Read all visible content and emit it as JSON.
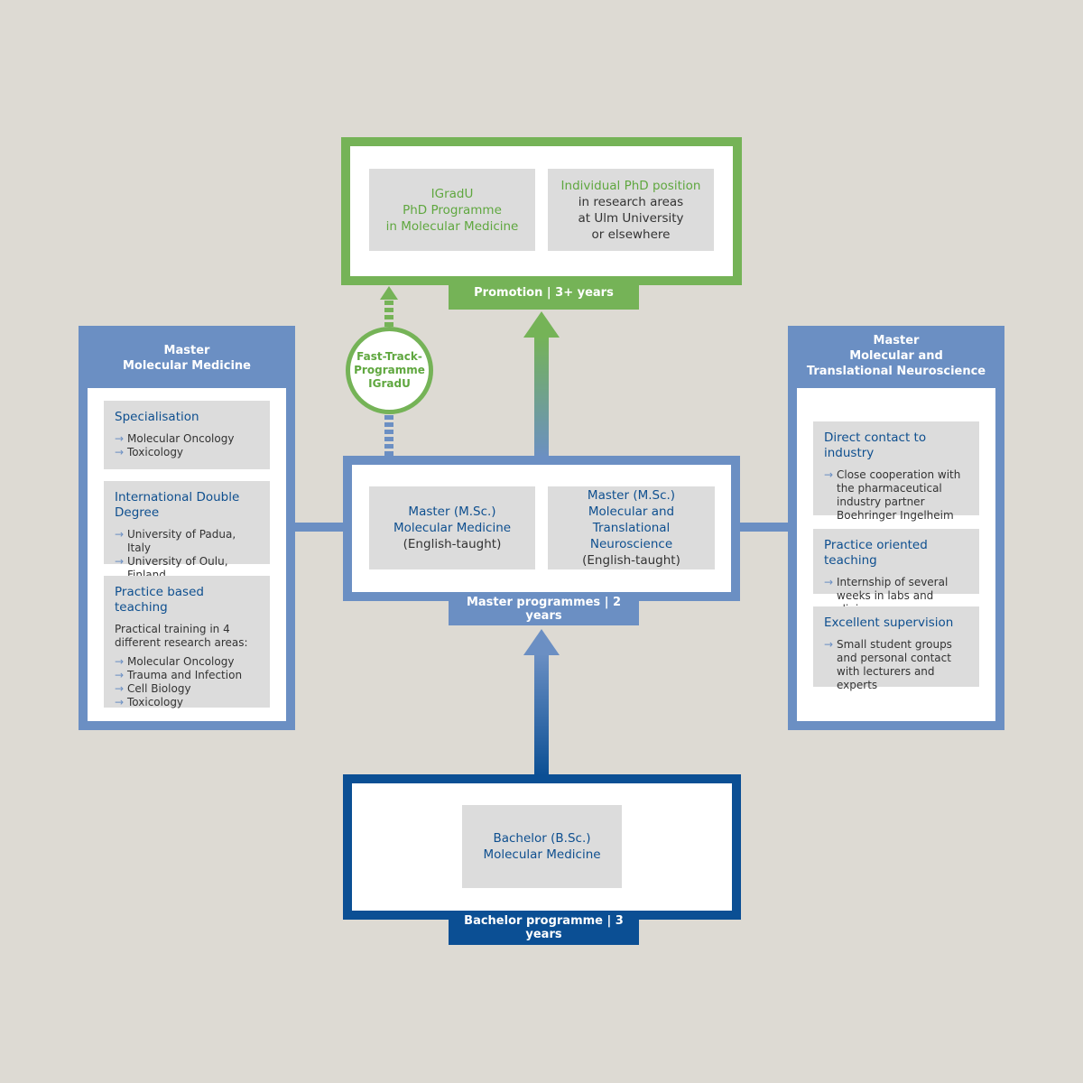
{
  "colors": {
    "background": "#dddad3",
    "green": "#75b357",
    "mid_blue": "#6b8fc3",
    "dark_blue": "#0b4f94",
    "grey_box": "#dcdcdc",
    "text_blue": "#0e4f8f",
    "text_green": "#5fa73f"
  },
  "promotion": {
    "tab": "Promotion | 3+ years",
    "igradu": {
      "line1": "IGradU",
      "line2": "PhD Programme",
      "line3": "in Molecular Medicine"
    },
    "individual": {
      "title": "Individual PhD position",
      "line1": "in research areas",
      "line2": "at Ulm University",
      "line3": "or elsewhere"
    }
  },
  "fast_track": {
    "line1": "Fast-Track-",
    "line2": "Programme",
    "line3": "IGradU"
  },
  "master": {
    "tab": "Master programmes | 2 years",
    "left_box": {
      "line1": "Master (M.Sc.)",
      "line2": "Molecular Medicine",
      "line3": "(English-taught)"
    },
    "right_box": {
      "line1": "Master (M.Sc.)",
      "line2": "Molecular and Translational",
      "line3": "Neuroscience",
      "line4": "(English-taught)"
    }
  },
  "bachelor": {
    "tab": "Bachelor programme | 3 years",
    "box": {
      "line1": "Bachelor (B.Sc.)",
      "line2": "Molecular Medicine"
    }
  },
  "left_panel": {
    "title1": "Master",
    "title2": "Molecular Medicine",
    "cards": [
      {
        "heading": "Specialisation",
        "items": [
          "Molecular Oncology",
          "Toxicology"
        ]
      },
      {
        "heading": "International Double Degree",
        "items": [
          "University of Padua, Italy",
          "University of Oulu, Finland"
        ]
      },
      {
        "heading": "Practice based teaching",
        "text": "Practical training in 4 different research areas:",
        "items": [
          "Molecular Oncology",
          "Trauma and Infection",
          "Cell Biology",
          "Toxicology"
        ]
      }
    ]
  },
  "right_panel": {
    "title1": "Master",
    "title2": "Molecular and",
    "title3": "Translational Neuroscience",
    "cards": [
      {
        "heading": "Direct contact to industry",
        "items": [
          "Close cooperation with the pharmaceutical industry partner Boehringer Ingelheim"
        ]
      },
      {
        "heading": "Practice oriented teaching",
        "items": [
          "Internship of several weeks in labs and clinics"
        ]
      },
      {
        "heading": "Excellent supervision",
        "items": [
          "Small student groups and personal contact with lecturers and experts"
        ]
      }
    ]
  },
  "icons": {
    "bullet": "arrow-right-icon",
    "arrow_glyph": "→"
  }
}
